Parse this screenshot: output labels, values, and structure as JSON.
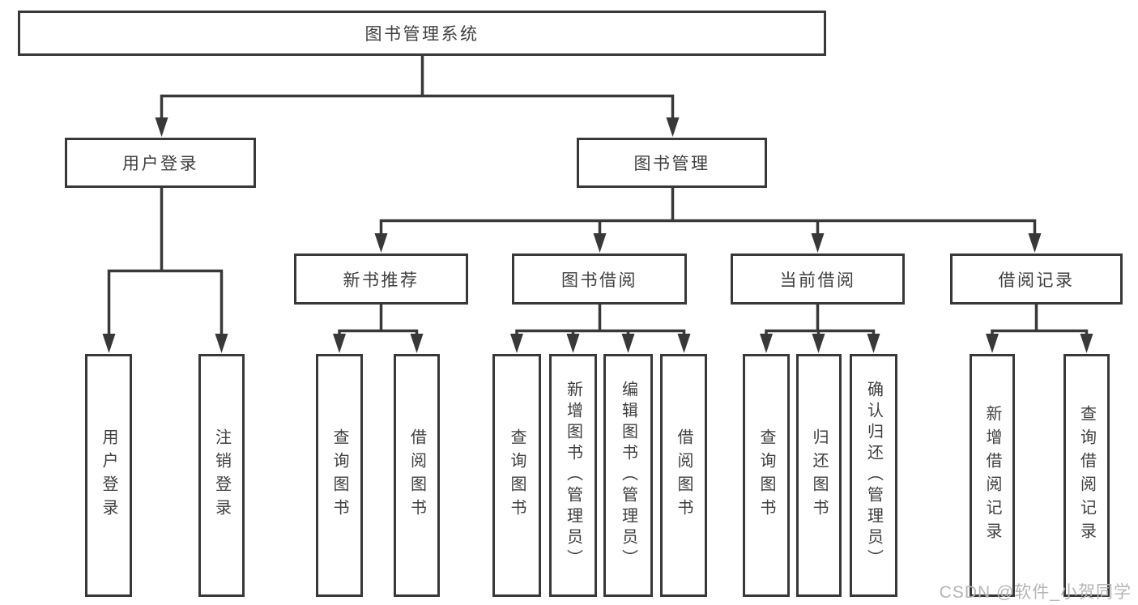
{
  "diagram": {
    "title": "图书管理系统",
    "root": {
      "label": "图书管理系统"
    },
    "user_login": {
      "label": "用户登录",
      "children": [
        {
          "label": "用户登录"
        },
        {
          "label": "注销登录"
        }
      ]
    },
    "book_management": {
      "label": "图书管理",
      "groups": [
        {
          "label": "新书推荐",
          "children": [
            {
              "label": "查询图书"
            },
            {
              "label": "借阅图书"
            }
          ]
        },
        {
          "label": "图书借阅",
          "children": [
            {
              "label": "查询图书"
            },
            {
              "label": "新增图书（管理员）"
            },
            {
              "label": "编辑图书（管理员）"
            },
            {
              "label": "借阅图书"
            }
          ]
        },
        {
          "label": "当前借阅",
          "children": [
            {
              "label": "查询图书"
            },
            {
              "label": "归还图书"
            },
            {
              "label": "确认归还（管理员）"
            }
          ]
        },
        {
          "label": "借阅记录",
          "children": [
            {
              "label": "新增借阅记录"
            },
            {
              "label": "查询借阅记录"
            }
          ]
        }
      ]
    }
  },
  "watermark": {
    "text": "CSDN @软件_小贺同学"
  },
  "colors": {
    "line": "#383838",
    "border": "#383838",
    "text": "#3f3f3f",
    "background": "#ffffff",
    "watermark": "#b5b5b5"
  }
}
